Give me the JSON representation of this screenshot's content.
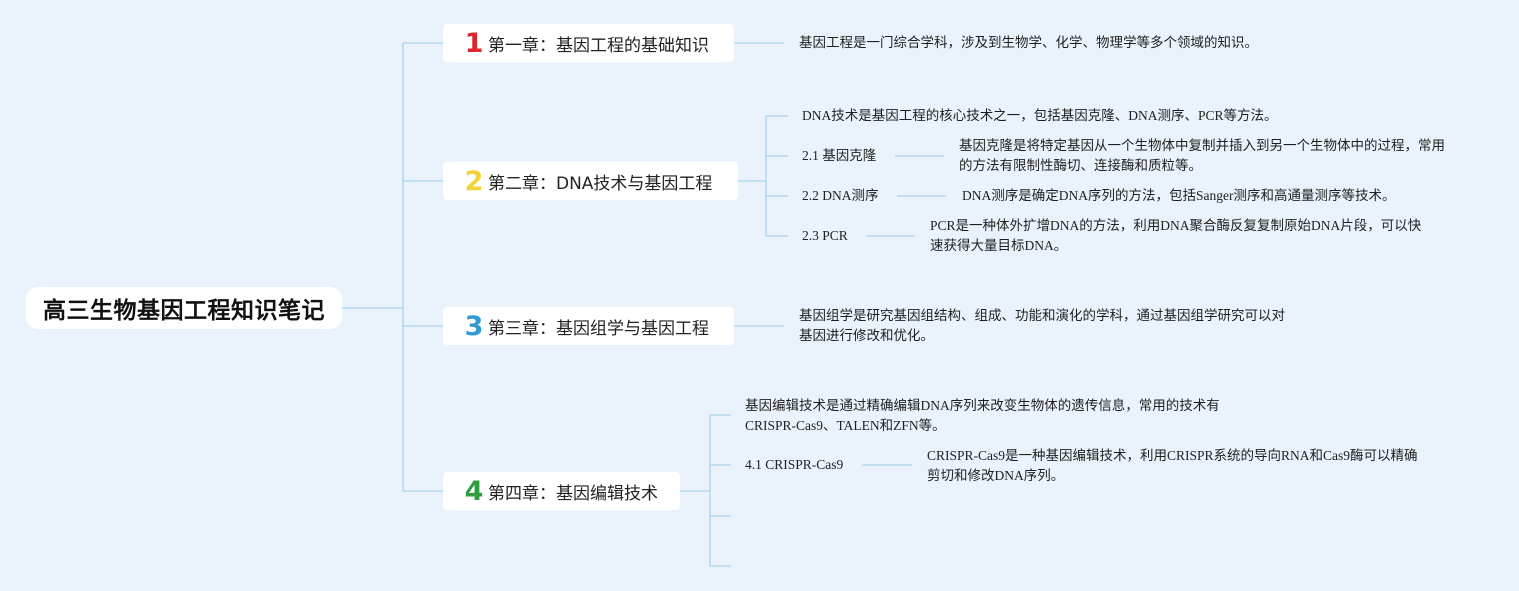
{
  "root": {
    "title": "高三生物基因工程知识笔记"
  },
  "colors": {
    "line": "#a9d4ec",
    "chapter_1": "#d9262f",
    "chapter_2": "#f2d43a",
    "chapter_3": "#2f9ad6",
    "chapter_4": "#2f9e3e"
  },
  "chapters": [
    {
      "number": "1",
      "title": "第一章：基因工程的基础知识",
      "note": "基因工程是一门综合学科，涉及到生物学、化学、物理学等多个领域的知识。"
    },
    {
      "number": "2",
      "title": "第二章：DNA技术与基因工程",
      "note": "DNA技术是基因工程的核心技术之一，包括基因克隆、DNA测序、PCR等方法。",
      "subs": [
        {
          "label": "2.1 基因克隆",
          "note": "基因克隆是将特定基因从一个生物体中复制并插入到另一个生物体中的过程，常用的方法有限制性酶切、连接酶和质粒等。"
        },
        {
          "label": "2.2 DNA测序",
          "note": "DNA测序是确定DNA序列的方法，包括Sanger测序和高通量测序等技术。"
        },
        {
          "label": "2.3 PCR",
          "note": "PCR是一种体外扩增DNA的方法，利用DNA聚合酶反复复制原始DNA片段，可以快速获得大量目标DNA。"
        }
      ]
    },
    {
      "number": "3",
      "title": "第三章：基因组学与基因工程",
      "note": "基因组学是研究基因组结构、组成、功能和演化的学科，通过基因组学研究可以对基因进行修改和优化。"
    },
    {
      "number": "4",
      "title": "第四章：基因编辑技术",
      "note": "基因编辑技术是通过精确编辑DNA序列来改变生物体的遗传信息，常用的技术有CRISPR-Cas9、TALEN和ZFN等。",
      "subs": [
        {
          "label": "4.1 CRISPR-Cas9",
          "note": "CRISPR-Cas9是一种基因编辑技术，利用CRISPR系统的导向RNA和Cas9酶可以精确剪切和修改DNA序列。"
        }
      ]
    }
  ]
}
